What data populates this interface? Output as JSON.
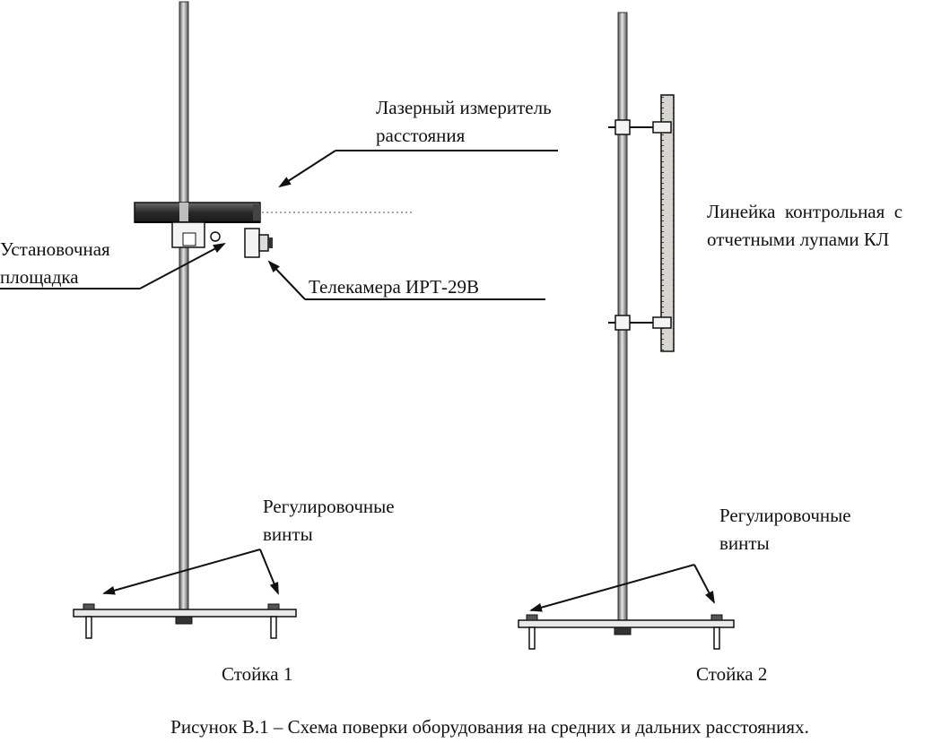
{
  "labels": {
    "laser_line1": "Лазерный измеритель",
    "laser_line2": "расстояния",
    "platform_line1": "Установочная",
    "platform_line2": "площадка",
    "camera": "Телекамера ИРТ-29В",
    "ruler_line1": "Линейка  контрольная  с",
    "ruler_line2": "отчетными лупами КЛ",
    "screws1_line1": "Регулировочные",
    "screws1_line2": "винты",
    "screws2_line1": "Регулировочные",
    "screws2_line2": "винты",
    "stand1": "Стойка 1",
    "stand2": "Стойка 2"
  },
  "caption": "Рисунок В.1 – Схема поверки оборудования на средних и дальних расстояниях."
}
